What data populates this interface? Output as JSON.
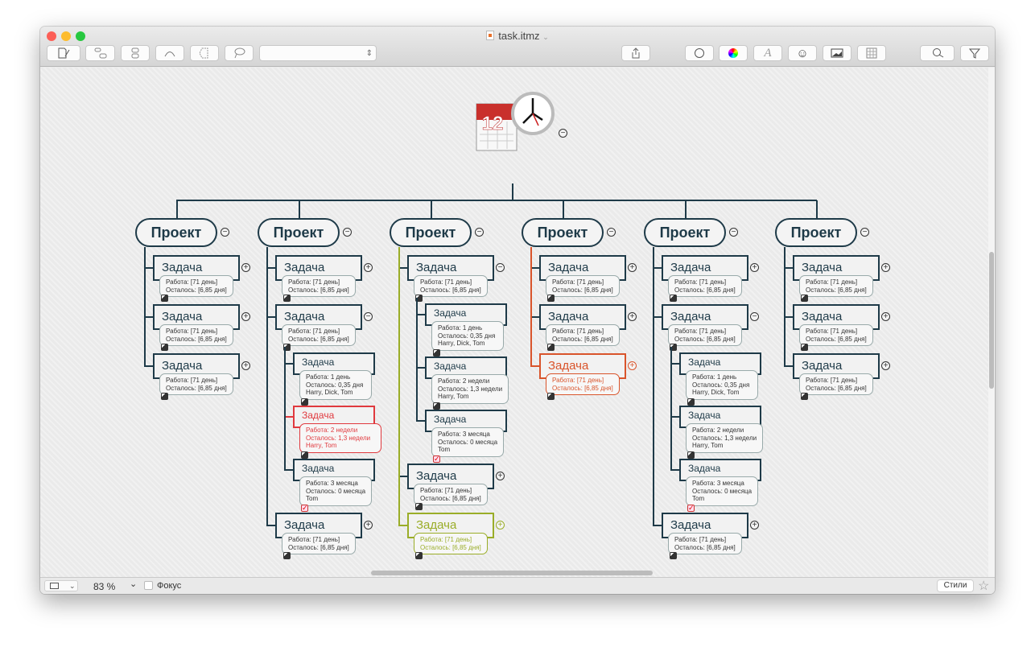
{
  "window": {
    "title": "task.itmz"
  },
  "colors": {
    "dark": "#1e3a48",
    "red": "#e0393e",
    "orange": "#d9542b",
    "green": "#9aad28"
  },
  "statusbar": {
    "zoom": "83 %",
    "focus_label": "Фокус",
    "styles_button": "Стили"
  },
  "toolbar": {
    "icons": [
      "new-note-icon",
      "topic-icon",
      "subtopic-icon",
      "relation-icon",
      "boundary-icon",
      "callout-icon",
      "share-icon",
      "styles-palette-icon",
      "colors-icon",
      "font-icon",
      "emoji-icon",
      "image-icon",
      "calendar-icon",
      "search-icon",
      "filter-icon"
    ]
  },
  "map": {
    "root_collapse": "−",
    "projects": [
      {
        "label": "Проект",
        "collapse": "−",
        "branch": "dark",
        "tasks": [
          {
            "title": "Задача",
            "toggle": "+",
            "color": "dark",
            "lines": [
              "Работа: [71 день]",
              "Осталось: [6,85 дня]"
            ],
            "icon": "progress"
          },
          {
            "title": "Задача",
            "toggle": "+",
            "color": "dark",
            "lines": [
              "Работа: [71 день]",
              "Осталось: [6,85 дня]"
            ],
            "icon": "progress"
          },
          {
            "title": "Задача",
            "toggle": "+",
            "color": "dark",
            "lines": [
              "Работа: [71 день]",
              "Осталось: [6,85 дня]"
            ],
            "icon": "progress"
          }
        ]
      },
      {
        "label": "Проект",
        "collapse": "−",
        "branch": "dark",
        "tasks": [
          {
            "title": "Задача",
            "toggle": "+",
            "color": "dark",
            "lines": [
              "Работа: [71 день]",
              "Осталось: [6,85 дня]"
            ],
            "icon": "progress"
          },
          {
            "title": "Задача",
            "toggle": "−",
            "color": "dark",
            "lines": [
              "Работа: [71 день]",
              "Осталось: [6,85 дня]"
            ],
            "icon": "progress",
            "subtasks": [
              {
                "title": "Задача",
                "color": "dark",
                "lines": [
                  "Работа: 1 день",
                  "Осталось: 0,35 дня",
                  "Harry, Dick, Tom"
                ],
                "icon": "progress"
              },
              {
                "title": "Задача",
                "color": "red",
                "lines": [
                  "Работа: 2 недели",
                  "Осталось: 1,3 недели",
                  "Harry, Tom"
                ],
                "icon": "progress"
              },
              {
                "title": "Задача",
                "color": "dark",
                "lines": [
                  "Работа: 3 месяца",
                  "Осталось: 0 месяца",
                  "Tom"
                ],
                "icon": "done"
              }
            ]
          },
          {
            "title": "Задача",
            "toggle": "+",
            "color": "dark",
            "lines": [
              "Работа: [71 день]",
              "Осталось: [6,85 дня]"
            ],
            "icon": "progress"
          }
        ]
      },
      {
        "label": "Проект",
        "collapse": "−",
        "branch": "green",
        "tasks": [
          {
            "title": "Задача",
            "toggle": "−",
            "color": "dark",
            "lines": [
              "Работа: [71 день]",
              "Осталось: [6,85 дня]"
            ],
            "icon": "progress",
            "subtasks": [
              {
                "title": "Задача",
                "color": "dark",
                "lines": [
                  "Работа: 1 день",
                  "Осталось: 0,35 дня",
                  "Harry, Dick, Tom"
                ],
                "icon": "progress"
              },
              {
                "title": "Задача",
                "color": "dark",
                "lines": [
                  "Работа: 2 недели",
                  "Осталось: 1,3 недели",
                  "Harry, Tom"
                ],
                "icon": "progress"
              },
              {
                "title": "Задача",
                "color": "dark",
                "lines": [
                  "Работа: 3 месяца",
                  "Осталось: 0 месяца",
                  "Tom"
                ],
                "icon": "done"
              }
            ]
          },
          {
            "title": "Задача",
            "toggle": "+",
            "color": "dark",
            "lines": [
              "Работа: [71 день]",
              "Осталось: [6,85 дня]"
            ],
            "icon": "progress"
          },
          {
            "title": "Задача",
            "toggle": "+",
            "color": "green",
            "lines": [
              "Работа: [71 день]",
              "Осталось: [6,85 дня]"
            ],
            "icon": "progress"
          }
        ]
      },
      {
        "label": "Проект",
        "collapse": "−",
        "branch": "orange",
        "tasks": [
          {
            "title": "Задача",
            "toggle": "+",
            "color": "dark",
            "lines": [
              "Работа: [71 день]",
              "Осталось: [6,85 дня]"
            ],
            "icon": "progress"
          },
          {
            "title": "Задача",
            "toggle": "+",
            "color": "dark",
            "lines": [
              "Работа: [71 день]",
              "Осталось: [6,85 дня]"
            ],
            "icon": "progress"
          },
          {
            "title": "Задача",
            "toggle": "+",
            "color": "orange",
            "lines": [
              "Работа: [71 день]",
              "Осталось: [6,85 дня]"
            ],
            "icon": "progress"
          }
        ]
      },
      {
        "label": "Проект",
        "collapse": "−",
        "branch": "dark",
        "tasks": [
          {
            "title": "Задача",
            "toggle": "+",
            "color": "dark",
            "lines": [
              "Работа: [71 день]",
              "Осталось: [6,85 дня]"
            ],
            "icon": "progress"
          },
          {
            "title": "Задача",
            "toggle": "−",
            "color": "dark",
            "lines": [
              "Работа: [71 день]",
              "Осталось: [6,85 дня]"
            ],
            "icon": "progress",
            "subtasks": [
              {
                "title": "Задача",
                "color": "dark",
                "lines": [
                  "Работа: 1 день",
                  "Осталось: 0,35 дня",
                  "Harry, Dick, Tom"
                ],
                "icon": "progress"
              },
              {
                "title": "Задача",
                "color": "dark",
                "lines": [
                  "Работа: 2 недели",
                  "Осталось: 1,3 недели",
                  "Harry, Tom"
                ],
                "icon": "progress"
              },
              {
                "title": "Задача",
                "color": "dark",
                "lines": [
                  "Работа: 3 месяца",
                  "Осталось: 0 месяца",
                  "Tom"
                ],
                "icon": "done"
              }
            ]
          },
          {
            "title": "Задача",
            "toggle": "+",
            "color": "dark",
            "lines": [
              "Работа: [71 день]",
              "Осталось: [6,85 дня]"
            ],
            "icon": "progress"
          }
        ]
      },
      {
        "label": "Проект",
        "collapse": "−",
        "branch": "dark",
        "tasks": [
          {
            "title": "Задача",
            "toggle": "+",
            "color": "dark",
            "lines": [
              "Работа: [71 день]",
              "Осталось: [6,85 дня]"
            ],
            "icon": "progress"
          },
          {
            "title": "Задача",
            "toggle": "+",
            "color": "dark",
            "lines": [
              "Работа: [71 день]",
              "Осталось: [6,85 дня]"
            ],
            "icon": "progress"
          },
          {
            "title": "Задача",
            "toggle": "+",
            "color": "dark",
            "lines": [
              "Работа: [71 день]",
              "Осталось: [6,85 дня]"
            ],
            "icon": "progress"
          }
        ]
      }
    ]
  }
}
